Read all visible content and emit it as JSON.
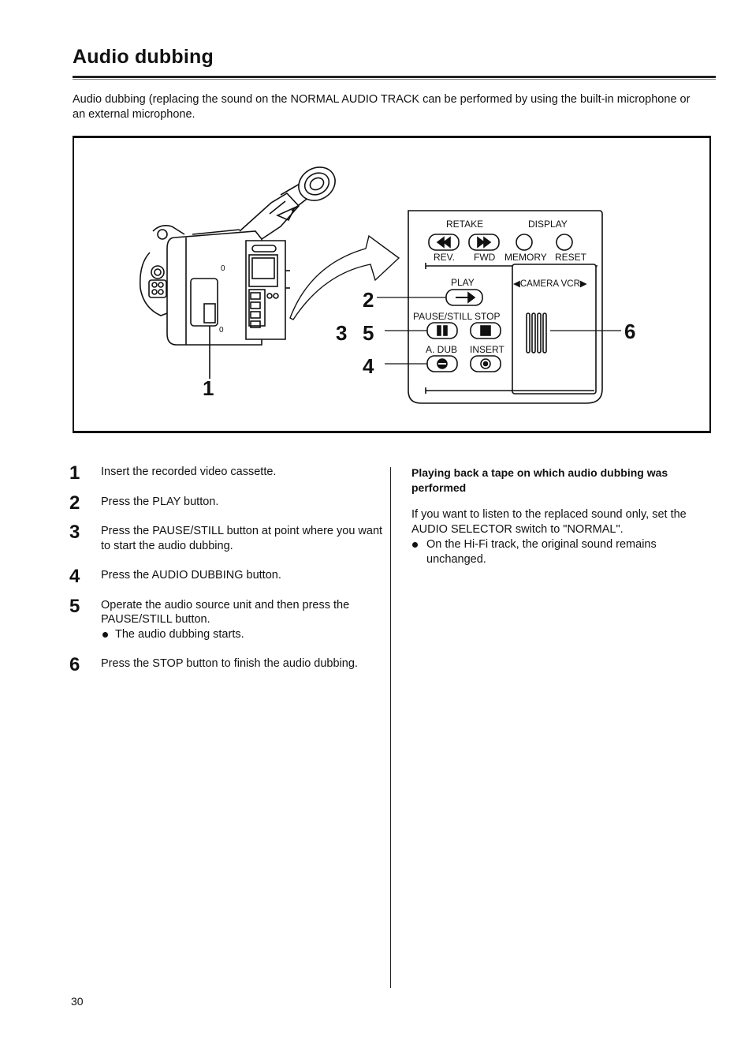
{
  "page": {
    "title": "Audio dubbing",
    "intro": "Audio dubbing (replacing the sound on the NORMAL AUDIO TRACK can be performed by using the built-in microphone or an external microphone.",
    "page_number": "30"
  },
  "figure": {
    "panel": {
      "retake": "RETAKE",
      "display": "DISPLAY",
      "rev": "REV.",
      "fwd": "FWD",
      "memory": "MEMORY",
      "reset": "RESET",
      "play": "PLAY",
      "camera_vcr": "◀CAMERA VCR▶",
      "pause_stop": "PAUSE/STILL STOP",
      "a_dub": "A. DUB",
      "insert": "INSERT"
    },
    "callouts": {
      "c1": "1",
      "c2": "2",
      "c3": "3",
      "c5": "5",
      "c4": "4",
      "c6": "6",
      "cam_0a": "0",
      "cam_0b": "0"
    }
  },
  "steps": [
    {
      "num": "1",
      "text": "Insert the recorded video cassette."
    },
    {
      "num": "2",
      "text": "Press the PLAY button."
    },
    {
      "num": "3",
      "text": "Press the PAUSE/STILL button at point where you want to start the audio dubbing."
    },
    {
      "num": "4",
      "text": "Press the AUDIO DUBBING button."
    },
    {
      "num": "5",
      "text": "Operate the audio source unit and then press the PAUSE/STILL button.",
      "bullet": "The audio dubbing starts."
    },
    {
      "num": "6",
      "text": "Press the STOP button to finish the audio dubbing."
    }
  ],
  "aside": {
    "heading": "Playing back a tape on which audio dubbing was performed",
    "text": "If you want to listen to the replaced sound only, set the AUDIO SELECTOR switch to \"NORMAL\".",
    "bullet": "On the Hi-Fi track, the original sound remains unchanged."
  }
}
